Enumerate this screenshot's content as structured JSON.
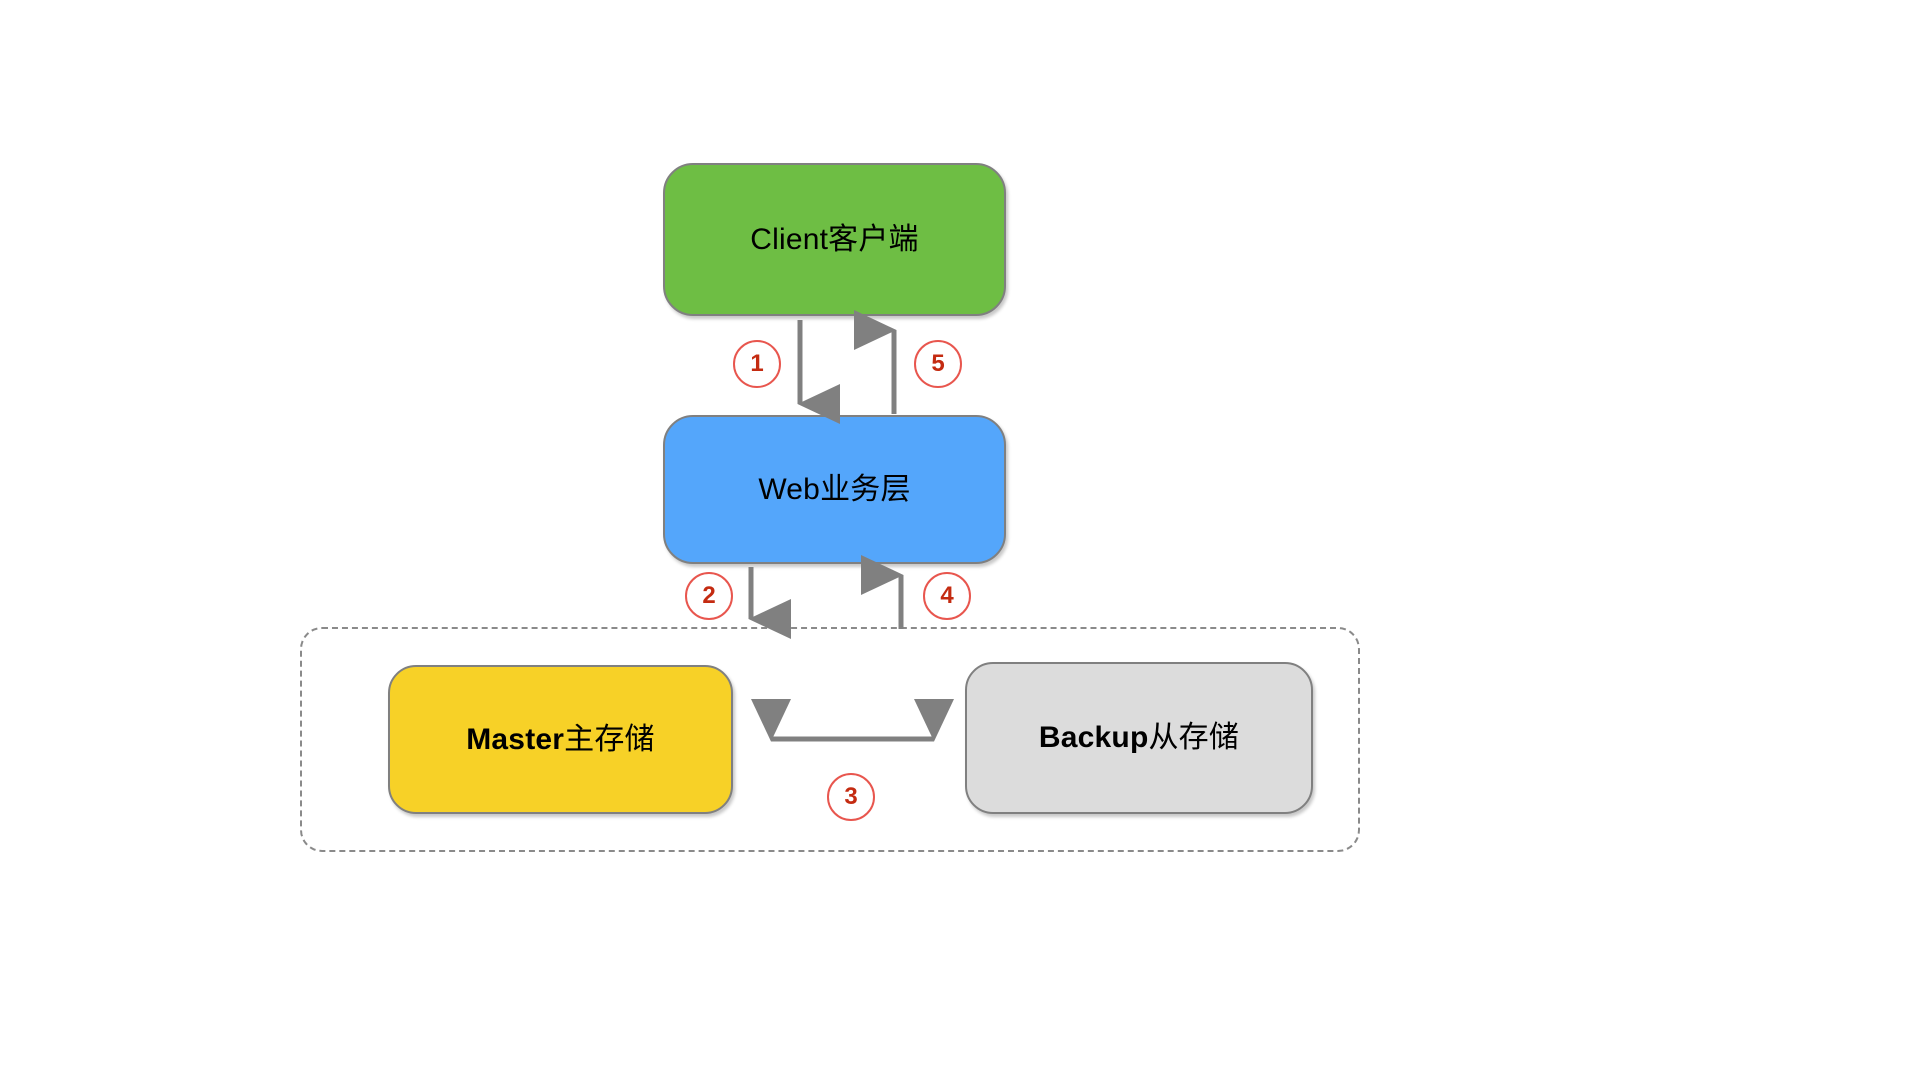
{
  "diagram": {
    "title": "Master-Backup storage architecture flow",
    "background_color": "#FFFFFF",
    "nodes": [
      {
        "id": "client",
        "label_latin": "Client",
        "label_cjk": "客户端",
        "label_full": "Client客户端",
        "fill": "#6EBE44",
        "border": "#808080",
        "bold_latin": false
      },
      {
        "id": "web",
        "label_latin": "Web",
        "label_cjk": "业务层",
        "label_full": "Web业务层",
        "fill": "#54A6FB",
        "border": "#808080",
        "bold_latin": false
      },
      {
        "id": "master",
        "label_latin": "Master",
        "label_cjk": "主存储",
        "label_full": "Master主存储",
        "fill": "#F7D127",
        "border": "#808080",
        "bold_latin": true
      },
      {
        "id": "backup",
        "label_latin": "Backup",
        "label_cjk": "从存储",
        "label_full": "Backup从存储",
        "fill": "#DCDCDC",
        "border": "#808080",
        "bold_latin": true
      }
    ],
    "group": {
      "id": "storage-group",
      "border_style": "dashed",
      "border_color": "#8A8A8A",
      "label": ""
    },
    "badges": [
      {
        "id": "badge-1",
        "number": "1",
        "outline": "#E8564E",
        "text_color": "#C42B11"
      },
      {
        "id": "badge-2",
        "number": "2",
        "outline": "#E8564E",
        "text_color": "#C42B11"
      },
      {
        "id": "badge-3",
        "number": "3",
        "outline": "#E8564E",
        "text_color": "#C42B11"
      },
      {
        "id": "badge-4",
        "number": "4",
        "outline": "#E8564E",
        "text_color": "#C42B11"
      },
      {
        "id": "badge-5",
        "number": "5",
        "outline": "#E8564E",
        "text_color": "#C42B11"
      }
    ],
    "arrows": [
      {
        "id": "arrow-1",
        "from": "client",
        "to": "web",
        "direction": "down",
        "badge": "1",
        "color": "#808080"
      },
      {
        "id": "arrow-5",
        "from": "web",
        "to": "client",
        "direction": "up",
        "badge": "5",
        "color": "#808080"
      },
      {
        "id": "arrow-2",
        "from": "web",
        "to": "storage-group",
        "direction": "down",
        "badge": "2",
        "color": "#808080"
      },
      {
        "id": "arrow-4",
        "from": "storage-group",
        "to": "web",
        "direction": "up",
        "badge": "4",
        "color": "#808080"
      },
      {
        "id": "arrow-3",
        "from": "master",
        "to": "backup",
        "direction": "both",
        "badge": "3",
        "color": "#808080"
      }
    ]
  }
}
